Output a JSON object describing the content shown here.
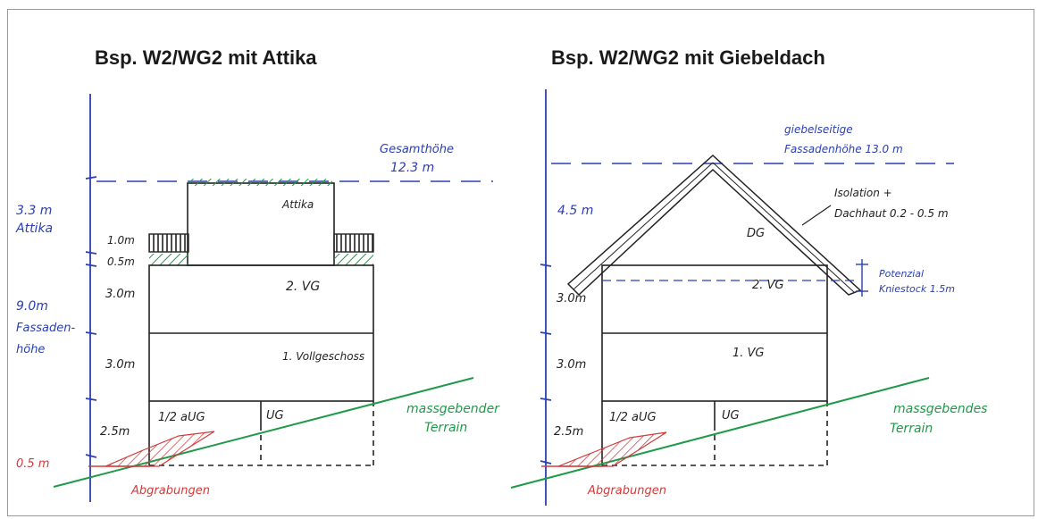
{
  "left": {
    "title": "Bsp. W2/WG2 mit Attika",
    "total_height_label": "Gesamthöhe",
    "total_height_value": "12.3 m",
    "attika_height": "3.3 m",
    "attika_word": "Attika",
    "attika_room_label": "Attika",
    "h_1_0": "1.0m",
    "h_0_5": "0.5m",
    "floor1_height": "3.0m",
    "floor2_height": "3.0m",
    "basement_height": "2.5m",
    "facade_height_value": "9.0m",
    "facade_label_1": "Fassaden-",
    "facade_label_2": "höhe",
    "excavation_depth": "0.5 m",
    "floor_2vg": "2. VG",
    "floor_1vg": "1. Vollgeschoss",
    "half_ug": "1/2 aUG",
    "ug": "UG",
    "terrain_1": "massgebender",
    "terrain_2": "Terrain",
    "excavation": "Abgrabungen"
  },
  "right": {
    "title": "Bsp. W2/WG2 mit Giebeldach",
    "gable_label_1": "giebelseitige",
    "gable_label_2": "Fassadenhöhe 13.0 m",
    "roof_height": "4.5 m",
    "insulation_1": "Isolation +",
    "insulation_2": "Dachhaut 0.2 - 0.5 m",
    "dg": "DG",
    "potential_1": "Potenzial",
    "potential_2": "Kniestock 1.5m",
    "floor1_height": "3.0m",
    "floor2_height": "3.0m",
    "basement_height": "2.5m",
    "floor_2vg": "2. VG",
    "floor_1vg": "1. VG",
    "half_ug": "1/2 aUG",
    "ug": "UG",
    "terrain_1": "massgebendes",
    "terrain_2": "Terrain",
    "excavation": "Abgrabungen"
  }
}
